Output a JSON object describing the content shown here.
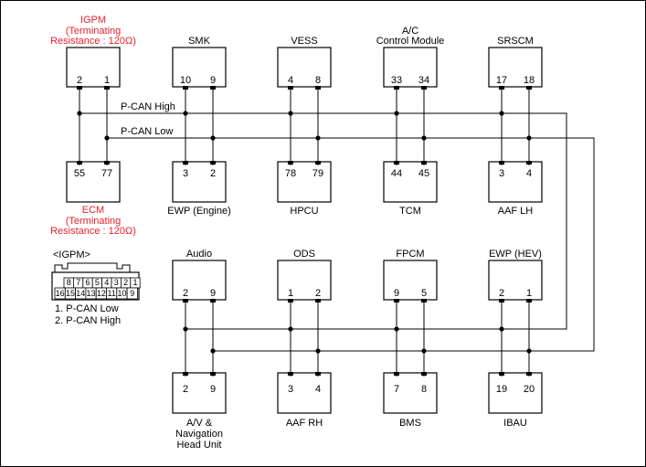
{
  "colors": {
    "line": "#000000",
    "highlight": "#e8202a"
  },
  "modules": {
    "igpm": {
      "title": [
        "IGPM",
        "(Terminating",
        "Resistance : 120Ω)"
      ],
      "pins": [
        "2",
        "1"
      ]
    },
    "smk": {
      "title": [
        "SMK"
      ],
      "pins": [
        "10",
        "9"
      ]
    },
    "vess": {
      "title": [
        "VESS"
      ],
      "pins": [
        "4",
        "8"
      ]
    },
    "ac": {
      "title": [
        "A/C",
        "Control Module"
      ],
      "pins": [
        "33",
        "34"
      ]
    },
    "srscm": {
      "title": [
        "SRSCM"
      ],
      "pins": [
        "17",
        "18"
      ]
    },
    "ecm": {
      "title": [
        "ECM",
        "(Terminating",
        "Resistance : 120Ω)"
      ],
      "pins": [
        "55",
        "77"
      ]
    },
    "ewp_engine": {
      "title": [
        "EWP (Engine)"
      ],
      "pins": [
        "3",
        "2"
      ]
    },
    "hpcu": {
      "title": [
        "HPCU"
      ],
      "pins": [
        "78",
        "79"
      ]
    },
    "tcm": {
      "title": [
        "TCM"
      ],
      "pins": [
        "44",
        "45"
      ]
    },
    "aaf_lh": {
      "title": [
        "AAF LH"
      ],
      "pins": [
        "3",
        "4"
      ]
    },
    "audio": {
      "title": [
        "Audio"
      ],
      "pins": [
        "2",
        "9"
      ]
    },
    "ods": {
      "title": [
        "ODS"
      ],
      "pins": [
        "1",
        "2"
      ]
    },
    "fpcm": {
      "title": [
        "FPCM"
      ],
      "pins": [
        "9",
        "5"
      ]
    },
    "ewp_hev": {
      "title": [
        "EWP (HEV)"
      ],
      "pins": [
        "2",
        "1"
      ]
    },
    "av": {
      "title": [
        "A/V &",
        "Navigation",
        "Head Unit"
      ],
      "pins": [
        "2",
        "9"
      ]
    },
    "aaf_rh": {
      "title": [
        "AAF RH"
      ],
      "pins": [
        "3",
        "4"
      ]
    },
    "bms": {
      "title": [
        "BMS"
      ],
      "pins": [
        "7",
        "8"
      ]
    },
    "ibau": {
      "title": [
        "IBAU"
      ],
      "pins": [
        "19",
        "20"
      ]
    }
  },
  "bus": {
    "high": "P-CAN High",
    "low": "P-CAN Low"
  },
  "connector": {
    "title": "<IGPM>",
    "top_row": [
      "8",
      "7",
      "6",
      "5",
      "4",
      "3",
      "2",
      "1"
    ],
    "bottom_row": [
      "16",
      "15",
      "14",
      "13",
      "12",
      "11",
      "10",
      "9"
    ],
    "legend": [
      "1. P-CAN Low",
      "2. P-CAN High"
    ]
  }
}
